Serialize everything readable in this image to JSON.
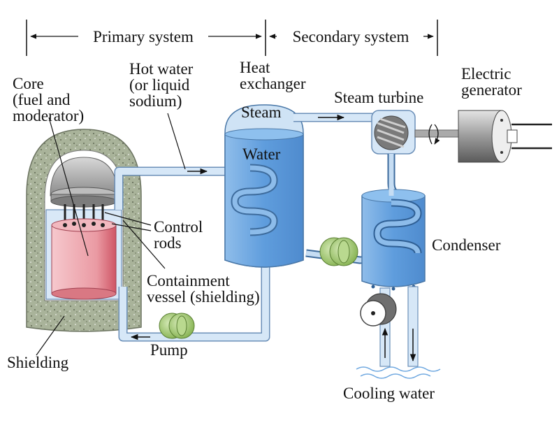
{
  "header": {
    "primary_system": "Primary system",
    "secondary_system": "Secondary system"
  },
  "labels": {
    "core": [
      "Core",
      "(fuel and",
      "moderator)"
    ],
    "hot_water": [
      "Hot water",
      "(or liquid",
      "sodium)"
    ],
    "heat_exchanger": [
      "Heat",
      "exchanger"
    ],
    "steam": "Steam",
    "water": "Water",
    "steam_turbine": "Steam turbine",
    "electric_generator": [
      "Electric",
      "generator"
    ],
    "control_rods": [
      "Control",
      "rods"
    ],
    "condenser": "Condenser",
    "containment_vessel": [
      "Containment",
      "vessel (shielding)"
    ],
    "pump": "Pump",
    "shielding": "Shielding",
    "cooling_water": "Cooling water"
  },
  "colors": {
    "water_blue": "#6fa8e0",
    "pipe_light": "#cfe3f5",
    "shield": "#a9b39a",
    "core_red": "#e99aa4",
    "pump_green": "#a3cc6e",
    "metal": "#9a9a9a"
  }
}
